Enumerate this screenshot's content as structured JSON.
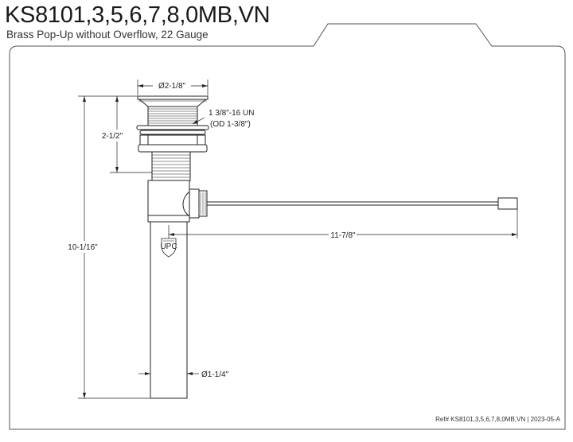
{
  "header": {
    "title": "KS8101,3,5,6,7,8,0MB,VN",
    "subtitle": "Brass Pop-Up without Overflow, 22 Gauge"
  },
  "dimensions": {
    "top_diameter": "Ø2-1/8\"",
    "thread_line1": "1 3/8\"-16 UN",
    "thread_line2": "(OD 1-3/8\")",
    "upper_height": "2-1/2\"",
    "total_height": "10-1/16\"",
    "rod_length": "11-7/8\"",
    "tail_diameter": "Ø1-1/4\""
  },
  "footer": {
    "reference": "Ref# KS8101,3,5,6,7,8,0MB,VN | 2023-05-A"
  },
  "certification_mark": {
    "text": "UPC"
  },
  "colors": {
    "line": "#222222",
    "frame": "#555555",
    "background": "#ffffff"
  }
}
